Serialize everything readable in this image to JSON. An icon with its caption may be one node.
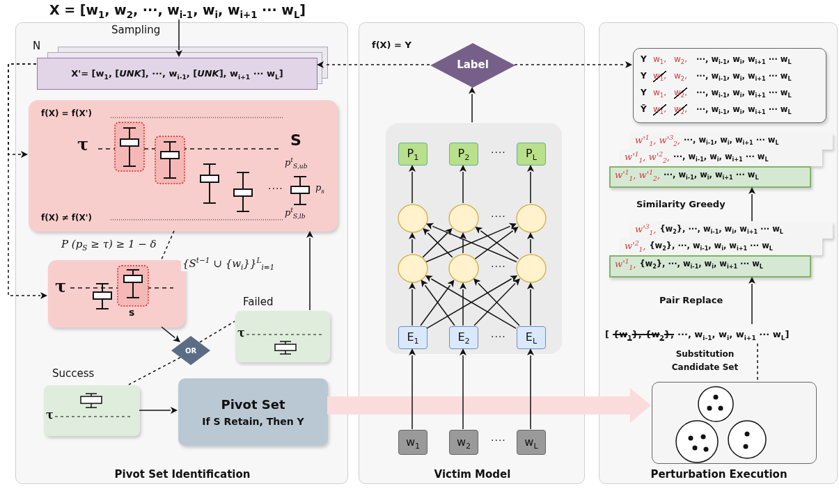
{
  "diagram": {
    "nodes": [
      {
        "text": [
          "X = [w$_{1}$, w$_{2}$, ···, w$_{i-1}$, w$_{i}$, w$_{i+1}$ ··· w$_{L}$]"
        ]
      },
      {
        "text": [
          "Pivot Set Identification"
        ]
      },
      {
        "text": [
          "X'= [w$_{1}$, [*UNK*], ···, w$_{i-1}$, [*UNK*], w$_{i+1}$ ··· w$_{L}$]"
        ],
        "in": 1,
        "beside": [
          "N"
        ]
      },
      {
        "text": [
          "f(X) = f(X')",
          "τ",
          "S",
          "p$^{t}$$_{S,ub}$",
          "····",
          "p$_{s}$",
          "p$^{t}$$_{S,lb}$",
          "f(X) ≠ f(X')"
        ],
        "in": 1
      },
      {
        "text": [
          "τ",
          "s"
        ],
        "in": 1
      },
      {
        "text": [
          "OR"
        ],
        "in": 1
      },
      {
        "text": [
          "τ"
        ],
        "in": 1,
        "beside": [
          "Failed"
        ]
      },
      {
        "text": [
          "τ"
        ],
        "in": 1,
        "beside": [
          "Success"
        ]
      },
      {
        "text": [
          "Pivot Set",
          "If S Retain, Then Y"
        ],
        "in": 1
      },
      {
        "text": [
          "Victim Model"
        ]
      },
      {
        "text": [
          "Label"
        ],
        "in": 9,
        "beside": [
          "f(X) = Y"
        ]
      },
      {
        "text": [],
        "shape": "box",
        "in": 9
      },
      {
        "text": [
          "P$_{1}$"
        ],
        "in": 11
      },
      {
        "text": [
          "P$_{2}$"
        ],
        "in": 11
      },
      {
        "text": [
          "P$_{L}$"
        ],
        "in": 11
      },
      {
        "text": [],
        "shape": "circle",
        "in": 11
      },
      {
        "text": [],
        "shape": "circle",
        "in": 11
      },
      {
        "text": [],
        "shape": "circle",
        "in": 11
      },
      {
        "text": [],
        "shape": "circle",
        "in": 11
      },
      {
        "text": [],
        "shape": "circle",
        "in": 11
      },
      {
        "text": [],
        "shape": "circle",
        "in": 11
      },
      {
        "text": [
          "E$_{1}$"
        ],
        "in": 11
      },
      {
        "text": [
          "E$_{2}$"
        ],
        "in": 11
      },
      {
        "text": [
          "E$_{L}$"
        ],
        "in": 11
      },
      {
        "text": [
          "w$_{1}$"
        ],
        "in": 9
      },
      {
        "text": [
          "w$_{2}$"
        ],
        "in": 9
      },
      {
        "text": [
          "w$_{L}$"
        ],
        "in": 9
      },
      {
        "text": [
          "Perturbation Execution"
        ]
      },
      {
        "text": [
          "Y",
          "w$_{1}$,",
          "w$_{2}$,",
          "···, w$_{i-1}$, w$_{i}$, w$_{i+1}$ ··· w$_{L}$",
          "Y",
          "w$_{1}$,",
          "w$_{2}$,",
          "···, w$_{i-1}$, w$_{i}$, w$_{i+1}$ ··· w$_{L}$",
          "Y",
          "w$_{1}$,",
          "w$_{2}$,",
          "···, w$_{i-1}$, w$_{i}$, w$_{i+1}$ ··· w$_{L}$",
          "Ȳ",
          "w$_{1}$,",
          "w$_{2}$,",
          "···, w$_{i-1}$, w$_{i}$, w$_{i+1}$ ··· w$_{L}$"
        ],
        "in": 27
      },
      {
        "text": [
          "w'$^{1}$$_{1}$, w'$^{3}$$_{2}$,",
          "···, w$_{i-1}$, w$_{i}$, w$_{i+1}$ ··· w$_{L}$"
        ],
        "in": 27
      },
      {
        "text": [
          "w'$^{1}$$_{1}$, w'$^{2}$$_{2}$,",
          "···, w$_{i-1}$, w$_{i}$, w$_{i+1}$ ··· w$_{L}$"
        ],
        "in": 27
      },
      {
        "text": [
          "w'$^{1}$$_{1}$, w'$^{1}$$_{2}$,",
          "···, w$_{i-1}$, w$_{i}$, w$_{i+1}$ ··· w$_{L}$"
        ],
        "in": 27
      },
      {
        "text": [
          "w'$^{3}$$_{1}$,",
          "{w$_{2}$}, ···, w$_{i-1}$, w$_{i}$, w$_{i+1}$ ··· w$_{L}$"
        ],
        "in": 27
      },
      {
        "text": [
          "w'$^{2}$$_{1}$,",
          "{w$_{2}$}, ···, w$_{i-1}$, w$_{i}$, w$_{i+1}$ ··· w$_{L}$"
        ],
        "in": 27
      },
      {
        "text": [
          "w'$^{1}$$_{1}$,",
          "{w$_{2}$}, ···, w$_{i-1}$, w$_{i}$, w$_{i+1}$ ··· w$_{L}$"
        ],
        "in": 27
      },
      {
        "text": [
          "[",
          "{w$_{1}$}, {w$_{2}$},",
          "···, w$_{i-1}$, w$_{i}$, w$_{i+1}$ ··· w$_{L}$]"
        ],
        "in": 27
      },
      {
        "text": [
          "Substitution Candidate Set"
        ],
        "in": 27
      },
      {
        "text": [],
        "shape": "circle",
        "in": 36
      },
      {
        "text": [],
        "shape": "circle",
        "in": 36
      },
      {
        "text": [],
        "shape": "circle",
        "in": 36
      }
    ],
    "edges": [
      {
        "from": 0,
        "to": 2,
        "arrow": "to",
        "label": "Sampling"
      },
      {
        "from": 2,
        "to": 3,
        "arrow": "to",
        "style": "dashed"
      },
      {
        "from": 2,
        "to": 4,
        "arrow": "to",
        "style": "dashed"
      },
      {
        "from": 10,
        "to": 2,
        "arrow": "to",
        "style": "dashed"
      },
      {
        "from": 10,
        "to": 28,
        "arrow": "to",
        "style": "dashed"
      },
      {
        "from": 3,
        "to": 4,
        "arrow": "none",
        "style": "dashed",
        "label": "P (p$_{S}$ ≥ τ) ≥ 1 − δ"
      },
      {
        "from": 4,
        "to": 5,
        "arrow": "to"
      },
      {
        "from": 5,
        "to": 6,
        "arrow": "none",
        "style": "dashed"
      },
      {
        "from": 5,
        "to": 7,
        "arrow": "none",
        "style": "dashed"
      },
      {
        "from": 6,
        "to": 3,
        "arrow": "to",
        "label": "{S$^{t−1}$ ∪ {w$_{i}$}}$^{L}$$_{i=1}$"
      },
      {
        "from": 7,
        "to": 8,
        "arrow": "to"
      },
      {
        "from": 8,
        "to": 36,
        "arrow": "to",
        "style": "thick",
        "color": "#fbdcdc"
      },
      {
        "from": 24,
        "to": 21,
        "arrow": "to"
      },
      {
        "from": 25,
        "to": 22,
        "arrow": "to"
      },
      {
        "from": 26,
        "to": 23,
        "arrow": "to"
      },
      {
        "from": 21,
        "to": 18,
        "arrow": "to"
      },
      {
        "from": 21,
        "to": 19,
        "arrow": "to"
      },
      {
        "from": 21,
        "to": 20,
        "arrow": "to"
      },
      {
        "from": 22,
        "to": 18,
        "arrow": "to"
      },
      {
        "from": 22,
        "to": 19,
        "arrow": "to"
      },
      {
        "from": 22,
        "to": 20,
        "arrow": "to"
      },
      {
        "from": 23,
        "to": 18,
        "arrow": "to"
      },
      {
        "from": 23,
        "to": 19,
        "arrow": "to"
      },
      {
        "from": 23,
        "to": 20,
        "arrow": "to"
      },
      {
        "from": 18,
        "to": 15,
        "arrow": "to"
      },
      {
        "from": 18,
        "to": 16,
        "arrow": "to"
      },
      {
        "from": 18,
        "to": 17,
        "arrow": "to"
      },
      {
        "from": 19,
        "to": 15,
        "arrow": "to"
      },
      {
        "from": 19,
        "to": 16,
        "arrow": "to"
      },
      {
        "from": 19,
        "to": 17,
        "arrow": "to"
      },
      {
        "from": 20,
        "to": 15,
        "arrow": "to"
      },
      {
        "from": 20,
        "to": 16,
        "arrow": "to"
      },
      {
        "from": 20,
        "to": 17,
        "arrow": "to"
      },
      {
        "from": 15,
        "to": 12,
        "arrow": "to"
      },
      {
        "from": 16,
        "to": 13,
        "arrow": "to"
      },
      {
        "from": 17,
        "to": 14,
        "arrow": "to"
      },
      {
        "from": 11,
        "to": 10,
        "arrow": "to"
      },
      {
        "from": 35,
        "to": 34,
        "arrow": "to",
        "label": "Pair Replace"
      },
      {
        "from": 32,
        "to": 31,
        "arrow": "to",
        "label": "Similarity Greedy"
      },
      {
        "from": 35,
        "to": 36,
        "arrow": "none",
        "style": "dashed"
      }
    ],
    "labels": [
      "····",
      "····",
      "····",
      "····",
      "····"
    ]
  }
}
